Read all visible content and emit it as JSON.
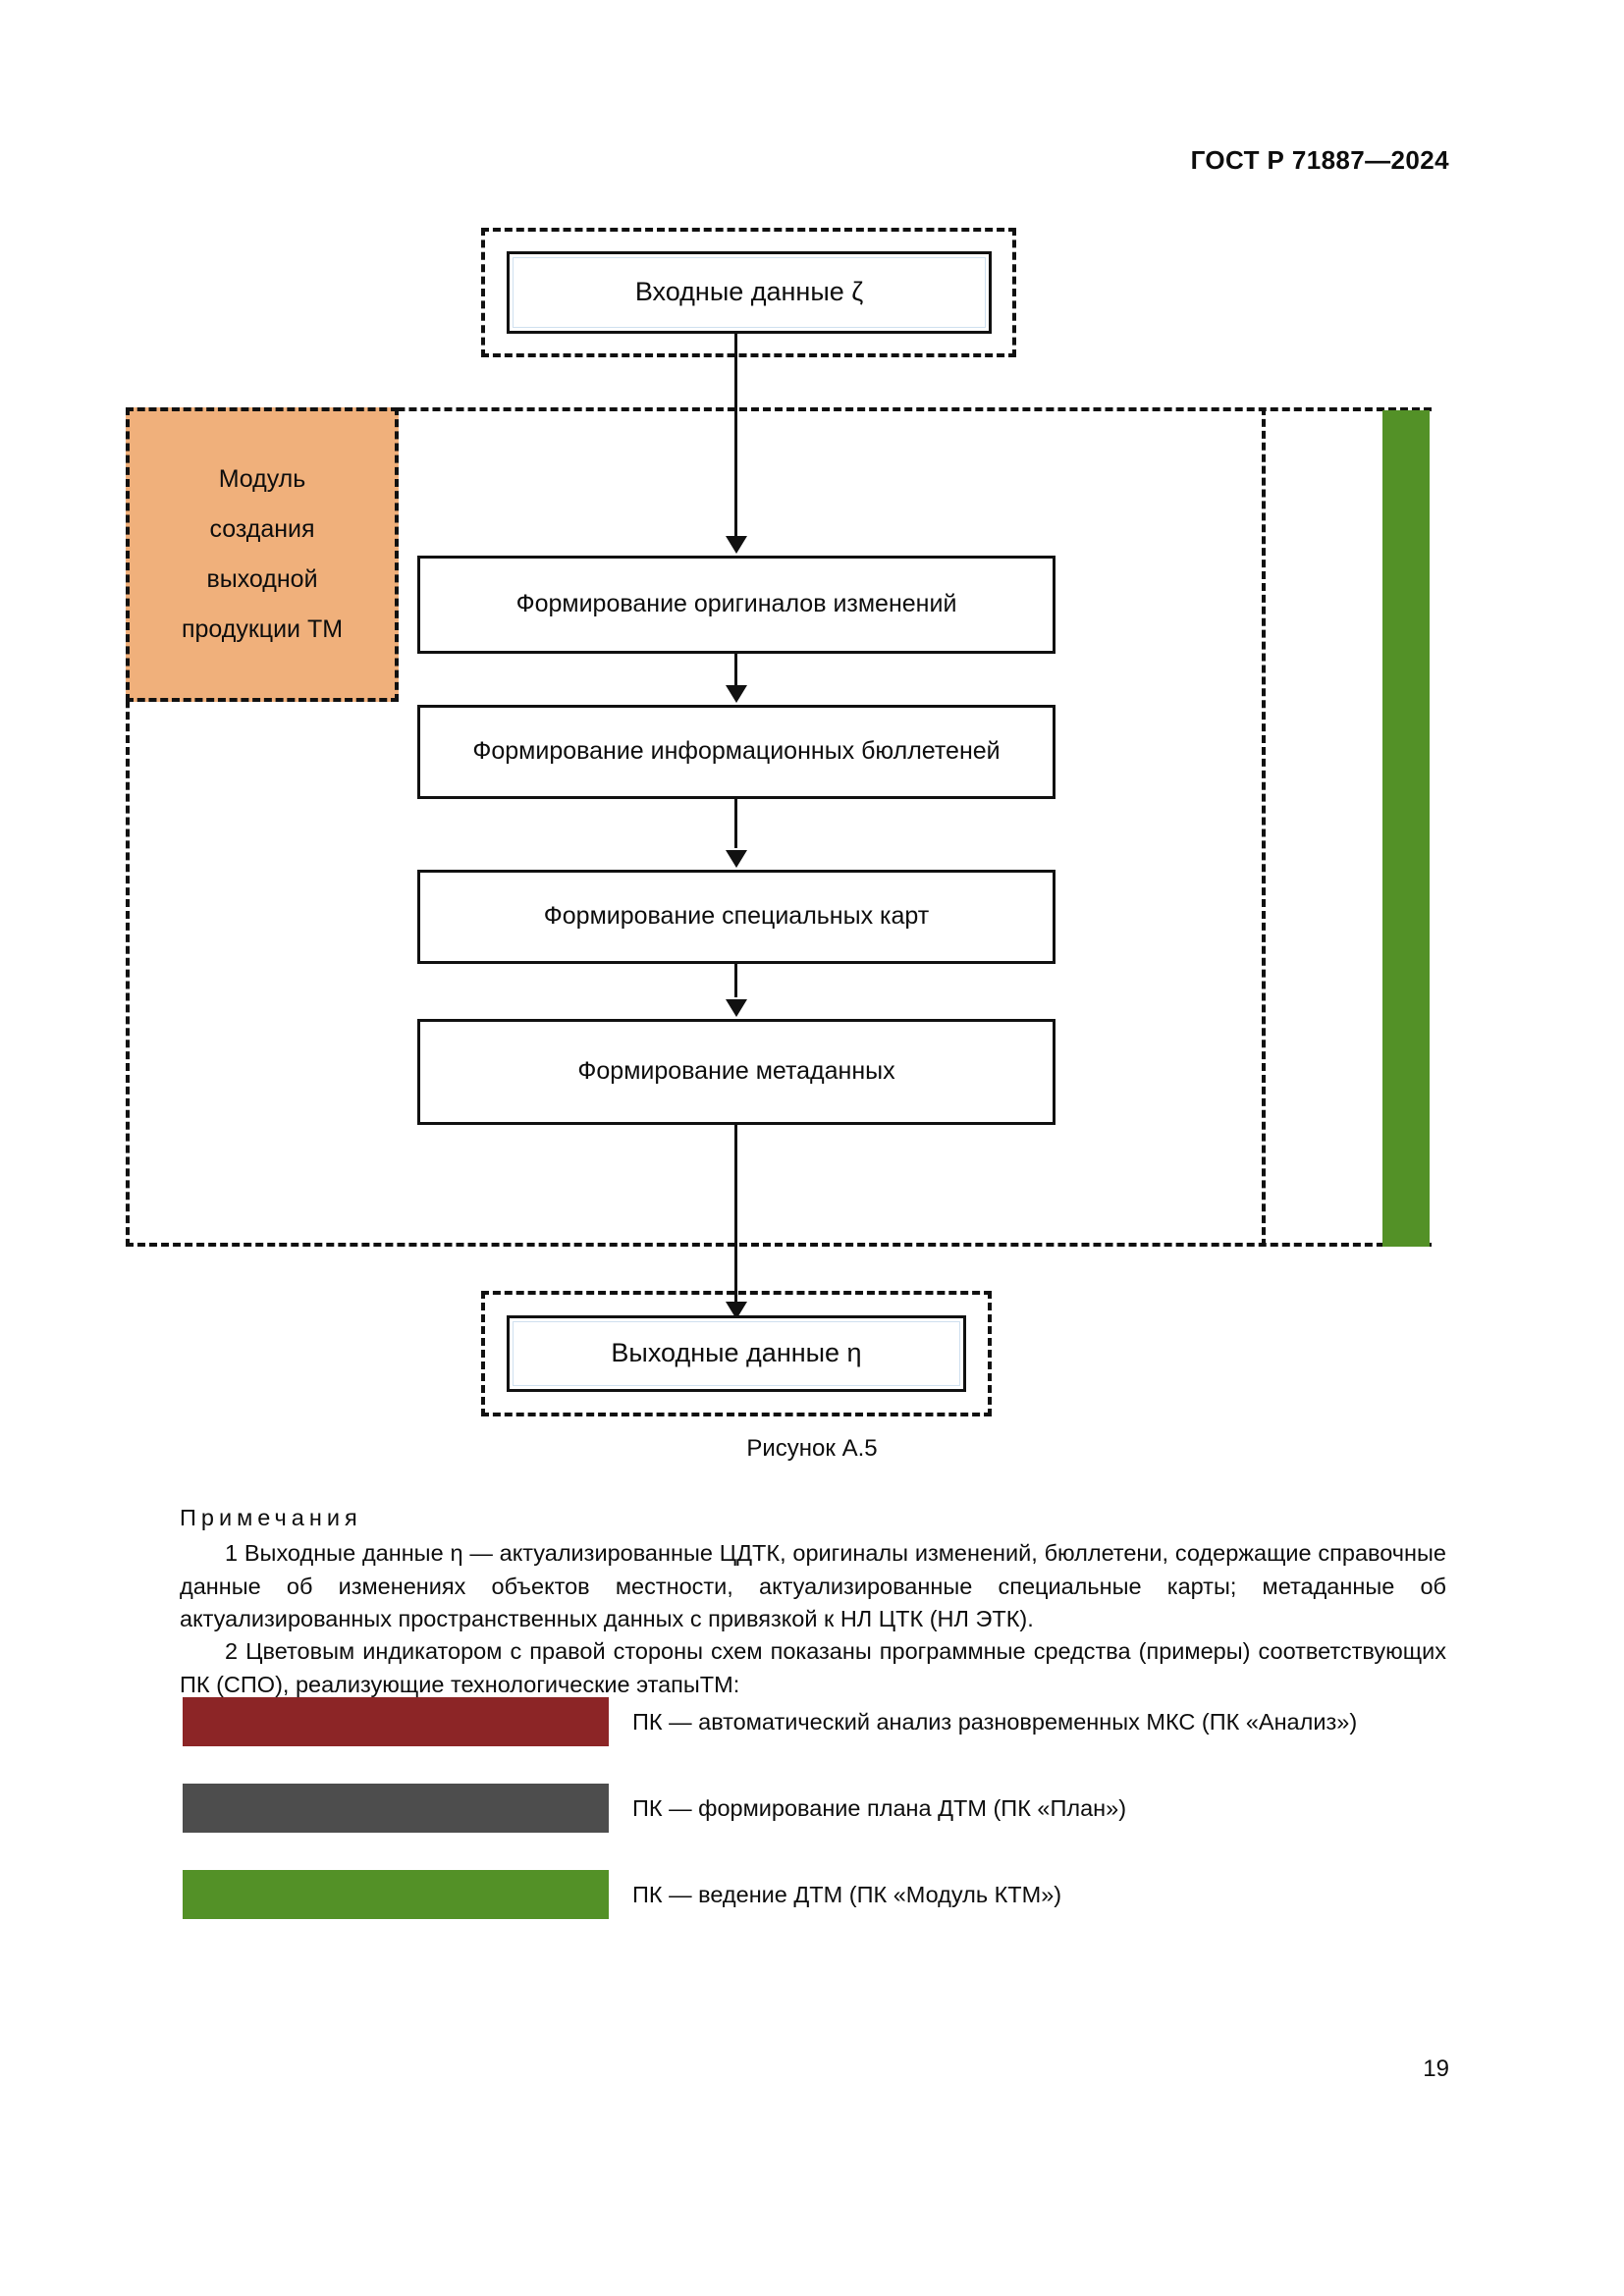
{
  "header": {
    "standard_code": "ГОСТ Р 71887—2024"
  },
  "figure": {
    "caption": "Рисунок А.5",
    "module_lines": [
      "Модуль",
      "создания",
      "выходной",
      "продукции ТМ"
    ],
    "module_color": "#F0B07B",
    "indicator_bar_color": "#539127",
    "input_node": "Входные данные ζ",
    "output_node": "Выходные данные η",
    "process_nodes": [
      "Формирование оригиналов изменений",
      "Формирование информационных бюллетеней",
      "Формирование специальных карт",
      "Формирование метаданных"
    ]
  },
  "notes": {
    "title": "Примечания",
    "items": [
      "1 Выходные данные η — актуализированные ЦДТК, оригиналы изменений, бюллетени, содержащие справочные данные об изменениях объектов местности, актуализированные специальные карты; метаданные об актуализированных пространственных данных с привязкой к НЛ ЦТК (НЛ ЭТК).",
      "2 Цветовым индикатором с правой стороны схем показаны программные средства (примеры) соответствующих ПК (СПО), реализующие технологические этапыТМ:"
    ]
  },
  "legend": {
    "rows": [
      {
        "color": "#8C2526",
        "label": "ПК — автоматический анализ разновременных МКС (ПК «Анализ»)"
      },
      {
        "color": "#4D4D4D",
        "label": "ПК — формирование плана ДТМ (ПК «План»)"
      },
      {
        "color": "#539127",
        "label": "ПК — ведение ДТМ (ПК «Модуль КТМ»)"
      }
    ]
  },
  "footer": {
    "page_number": "19"
  }
}
